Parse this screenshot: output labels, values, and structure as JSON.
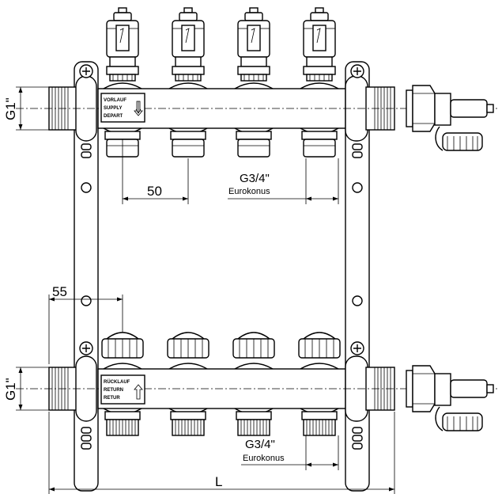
{
  "dimensions": {
    "pipe_spacing": "50",
    "side_offset": "55",
    "overall_length": "L",
    "main_thread_top": "G1\"",
    "main_thread_bottom": "G1\"",
    "outlet_thread_top": "G3/4\"",
    "outlet_thread_bottom": "G3/4\"",
    "cone_top": "Eurokonus",
    "cone_bottom": "Eurokonus"
  },
  "labels": {
    "supply": [
      "VORLAUF",
      "SUPPLY",
      "DEPART"
    ],
    "return": [
      "RÜCKLAUF",
      "RETURN",
      "RETUR"
    ]
  }
}
